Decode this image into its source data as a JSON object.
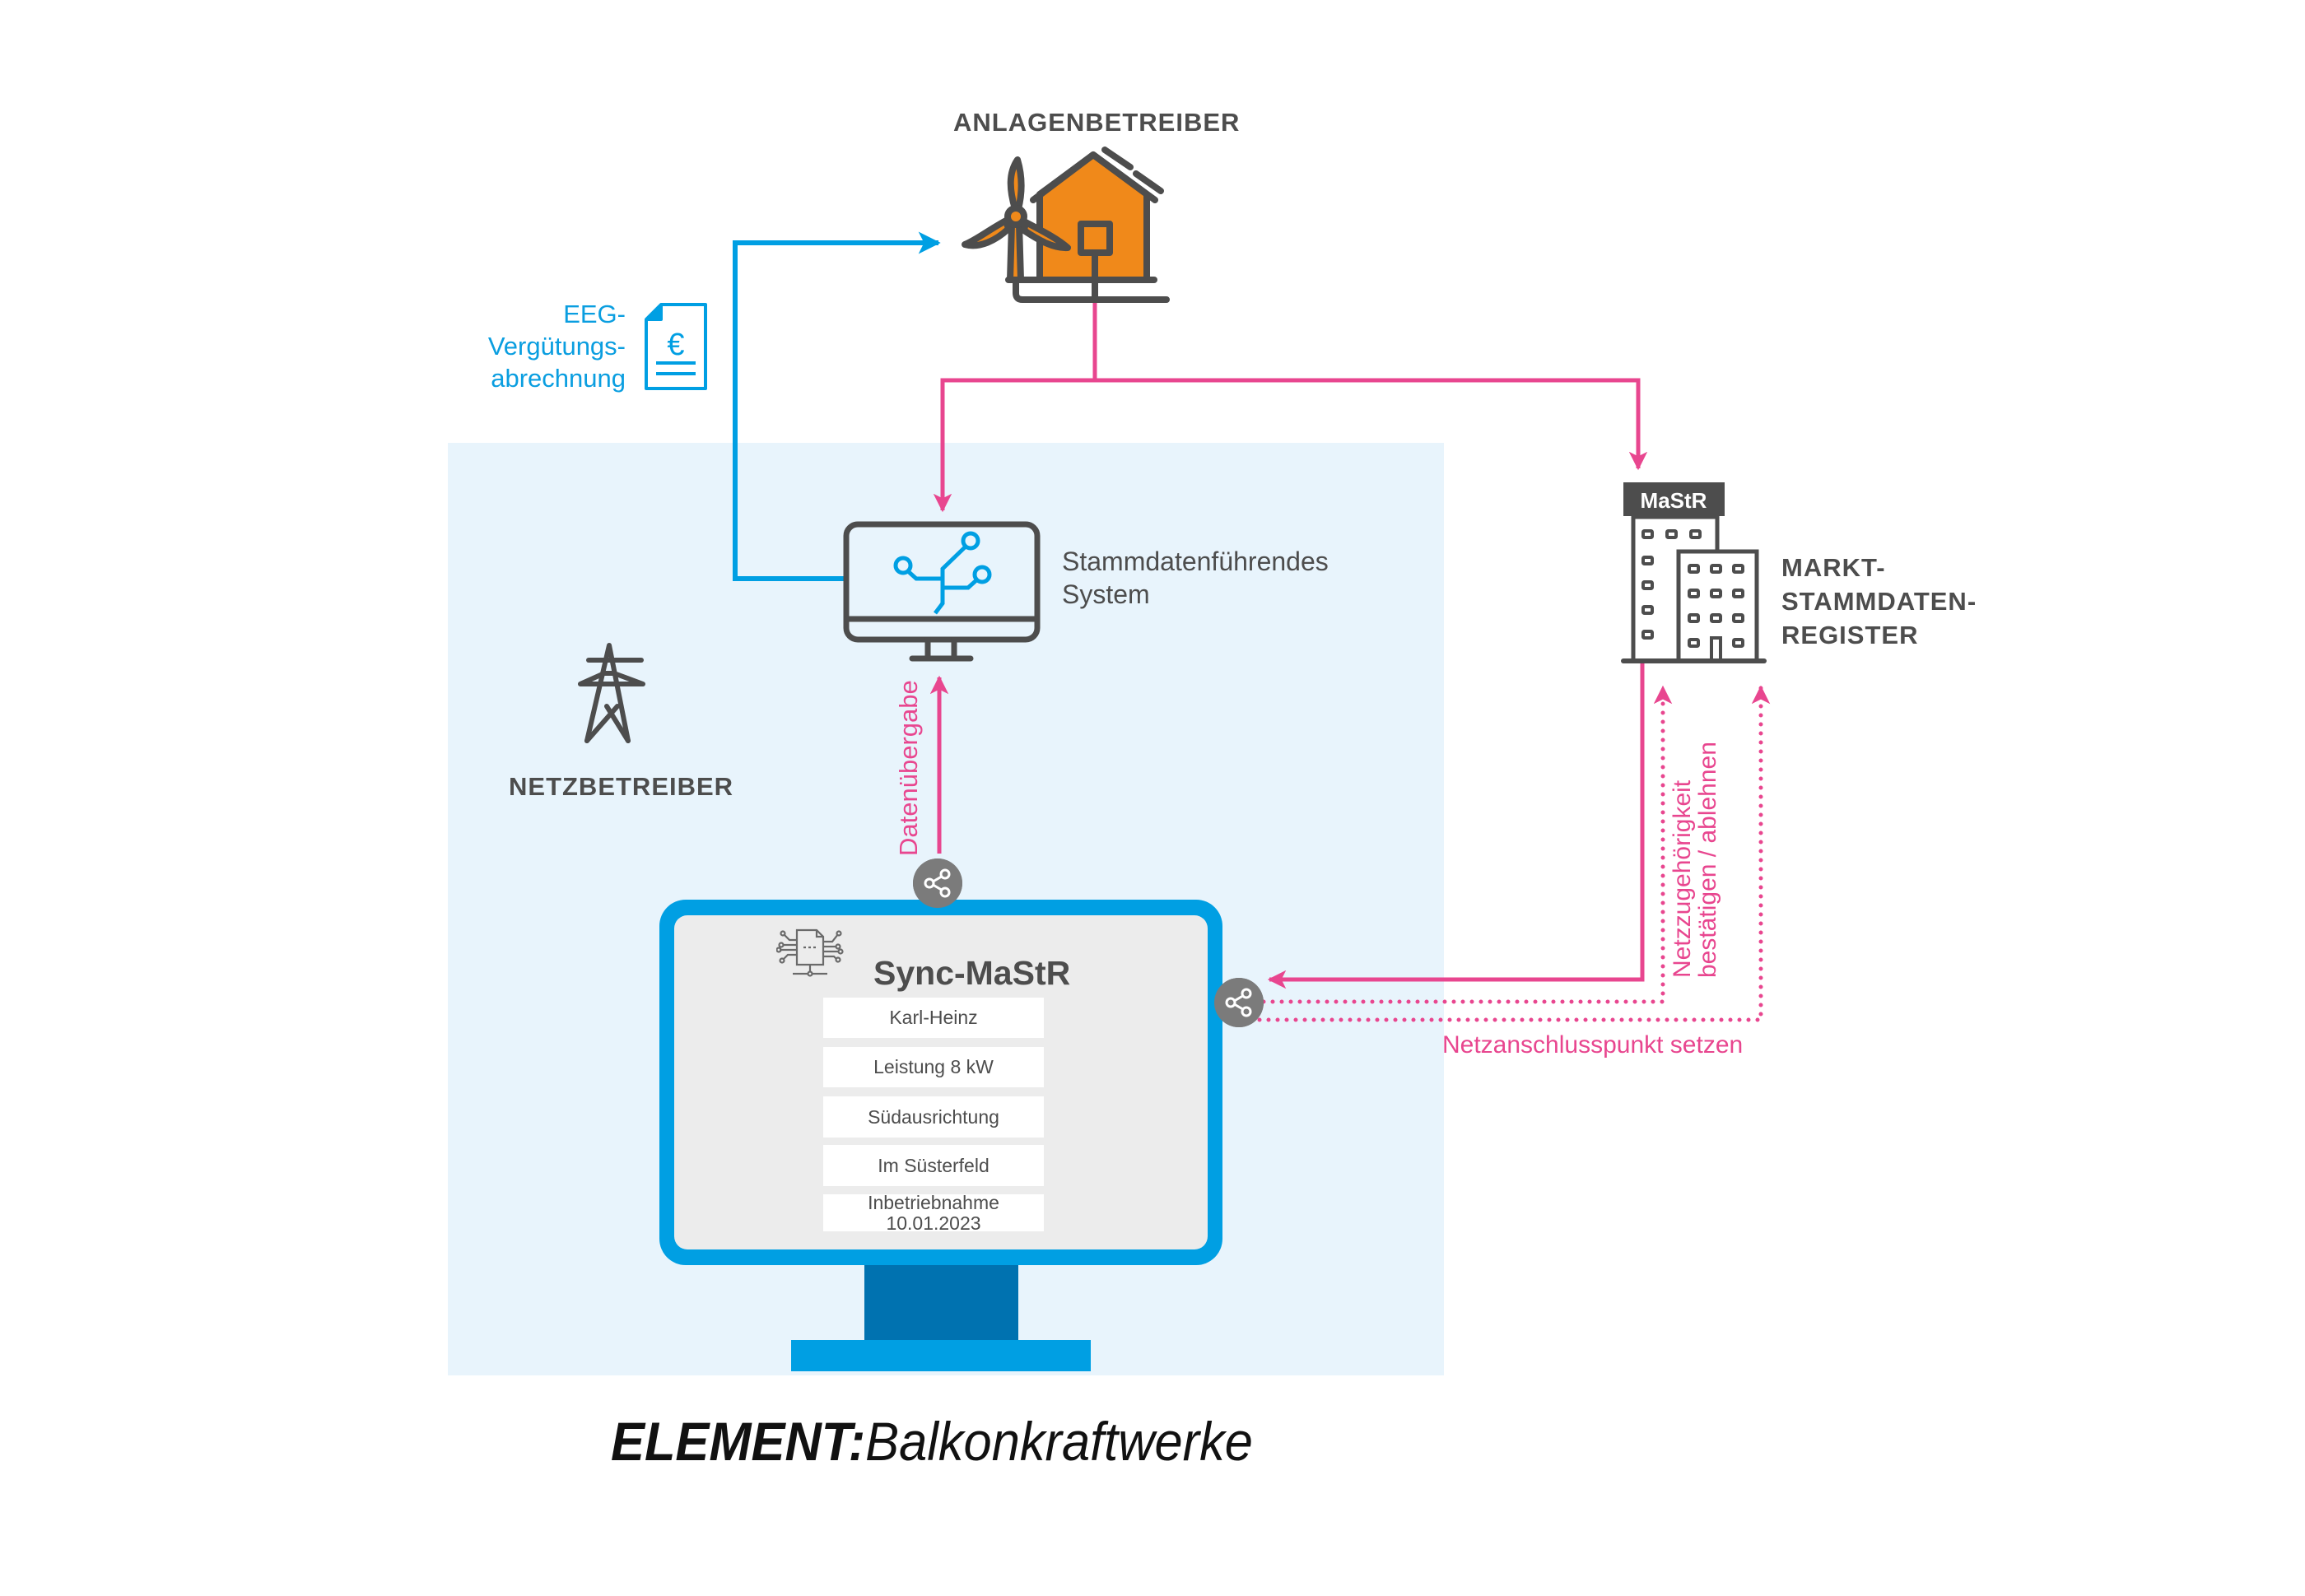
{
  "diagram": {
    "actors": {
      "anlagenbetreiber": "ANLAGENBETREIBER",
      "netzbetreiber": "NETZBETREIBER",
      "register": [
        "MARKT-",
        "STAMMDATEN-",
        "REGISTER"
      ]
    },
    "register_sign": "MaStR",
    "eeg_label": [
      "EEG-",
      "Vergütungs-",
      "abrechnung"
    ],
    "stammdaten_system": [
      "Stammdatenführendes",
      "System"
    ],
    "flows": {
      "datenuebergabe": "Datenübergabe",
      "netzzugehoerigkeit": [
        "Netzzugehörigkeit",
        "bestätigen / ablehnen"
      ],
      "netzanschlusspunkt": "Netzanschlusspunkt setzen"
    },
    "sync_app": {
      "title": "Sync-MaStR",
      "fields": [
        {
          "label": "Karl-Heinz"
        },
        {
          "label": "Leistung 8 kW"
        },
        {
          "label": "Südausrichtung"
        },
        {
          "label": "Im Süsterfeld"
        },
        {
          "label": "Inbetriebnahme",
          "sub": "10.01.2023"
        }
      ]
    },
    "footer": {
      "bold": "ELEMENT:",
      "regular": "Balkonkraftwerke"
    },
    "colors": {
      "pink": "#e8468f",
      "blue": "#009fe3",
      "dark_blue": "#0072b0",
      "orange": "#f0891a",
      "gray": "#4d4d4d",
      "light_blue_bg": "#e8f4fc",
      "share_gray": "#7b7b7b"
    }
  }
}
